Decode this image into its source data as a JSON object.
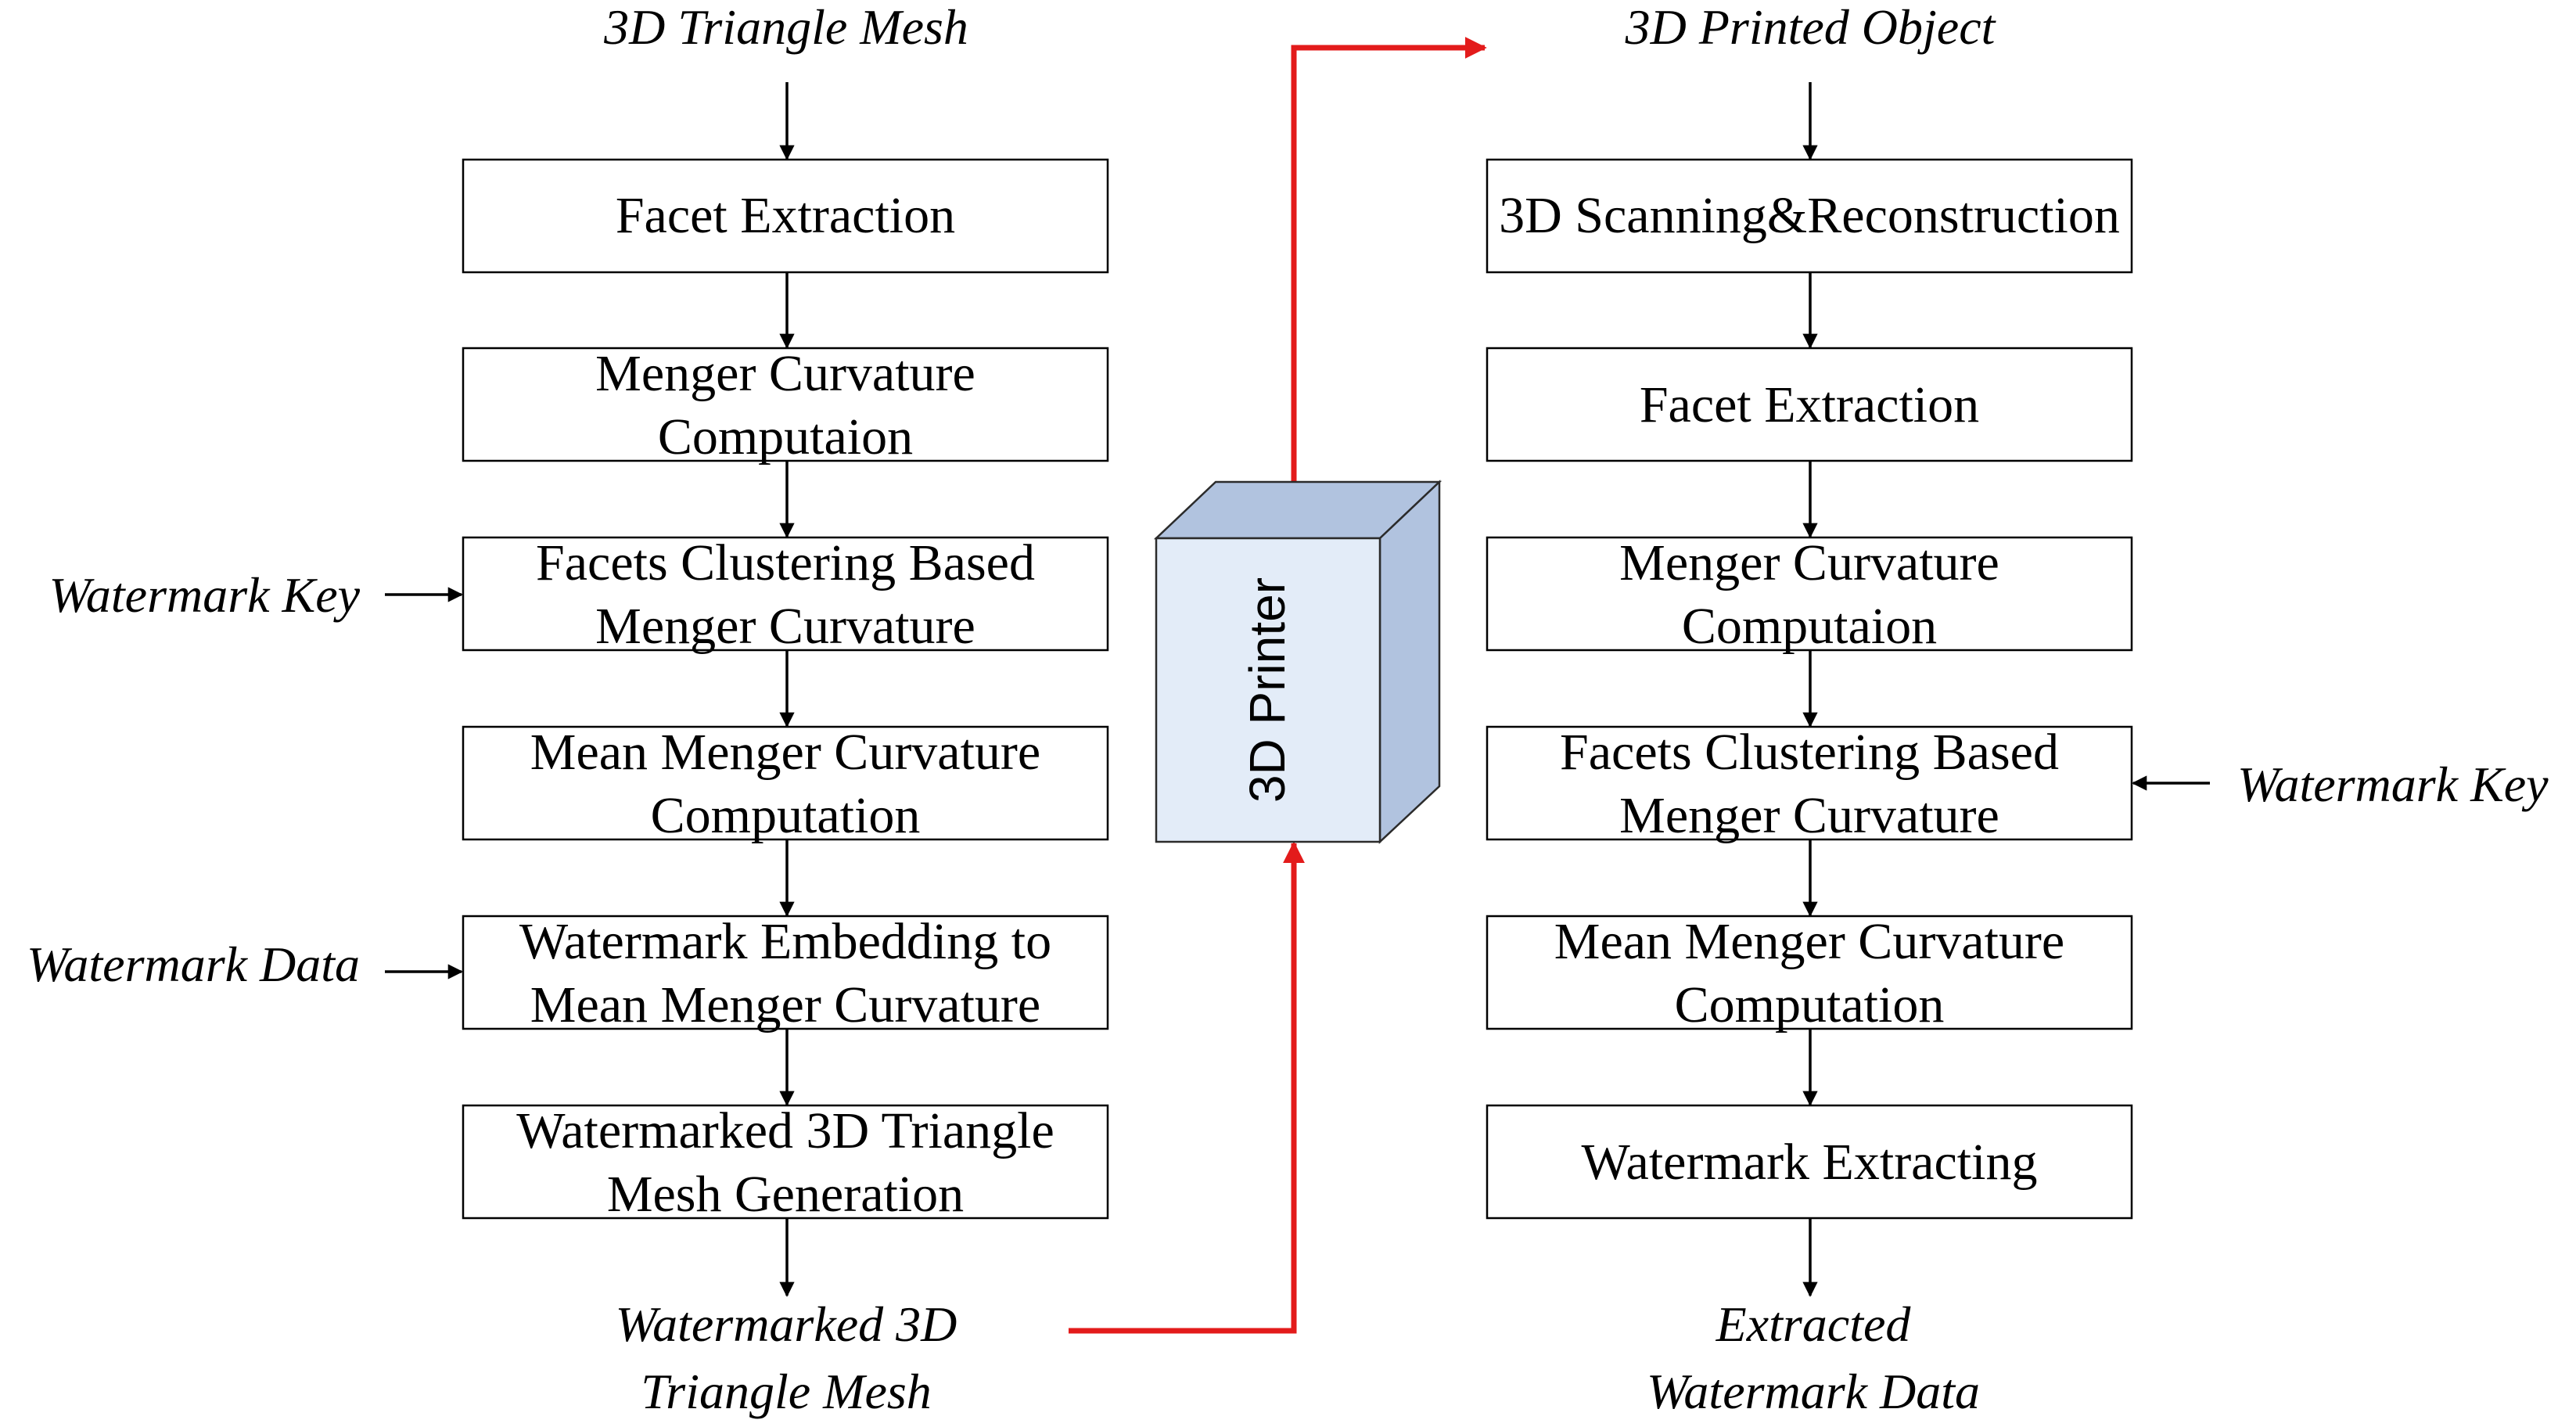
{
  "colors": {
    "box_stroke": "#000000",
    "text": "#000000",
    "red_path": "#e31b1b",
    "printer_front": "#e3ecf8",
    "printer_side": "#b1c3df",
    "printer_top": "#b1c3df",
    "printer_stroke": "#2b2b2b"
  },
  "left_column": {
    "input": [
      "3D Triangle Mesh"
    ],
    "steps": [
      [
        "Facet Extraction"
      ],
      [
        "Menger Curvature",
        "Computaion"
      ],
      [
        "Facets Clustering Based",
        "Menger Curvature"
      ],
      [
        "Mean Menger Curvature",
        "Computation"
      ],
      [
        "Watermark Embedding to",
        "Mean Menger Curvature"
      ],
      [
        "Watermarked 3D Triangle",
        "Mesh Generation"
      ]
    ],
    "output": [
      "Watermarked 3D",
      "Triangle Mesh"
    ],
    "side_inputs": {
      "key": [
        "Watermark Key"
      ],
      "data": [
        "Watermark Data"
      ]
    }
  },
  "printer": {
    "label": "3D Printer",
    "icon": "printer-box-icon"
  },
  "right_column": {
    "input": [
      "3D Printed Object"
    ],
    "steps": [
      [
        "3D Scanning&Reconstruction"
      ],
      [
        "Facet Extraction"
      ],
      [
        "Menger Curvature",
        "Computaion"
      ],
      [
        "Facets Clustering Based",
        "Menger Curvature"
      ],
      [
        "Mean Menger Curvature",
        "Computation"
      ],
      [
        "Watermark Extracting"
      ]
    ],
    "output": [
      "Extracted",
      "Watermark Data"
    ],
    "side_inputs": {
      "key": [
        "Watermark Key"
      ]
    }
  }
}
